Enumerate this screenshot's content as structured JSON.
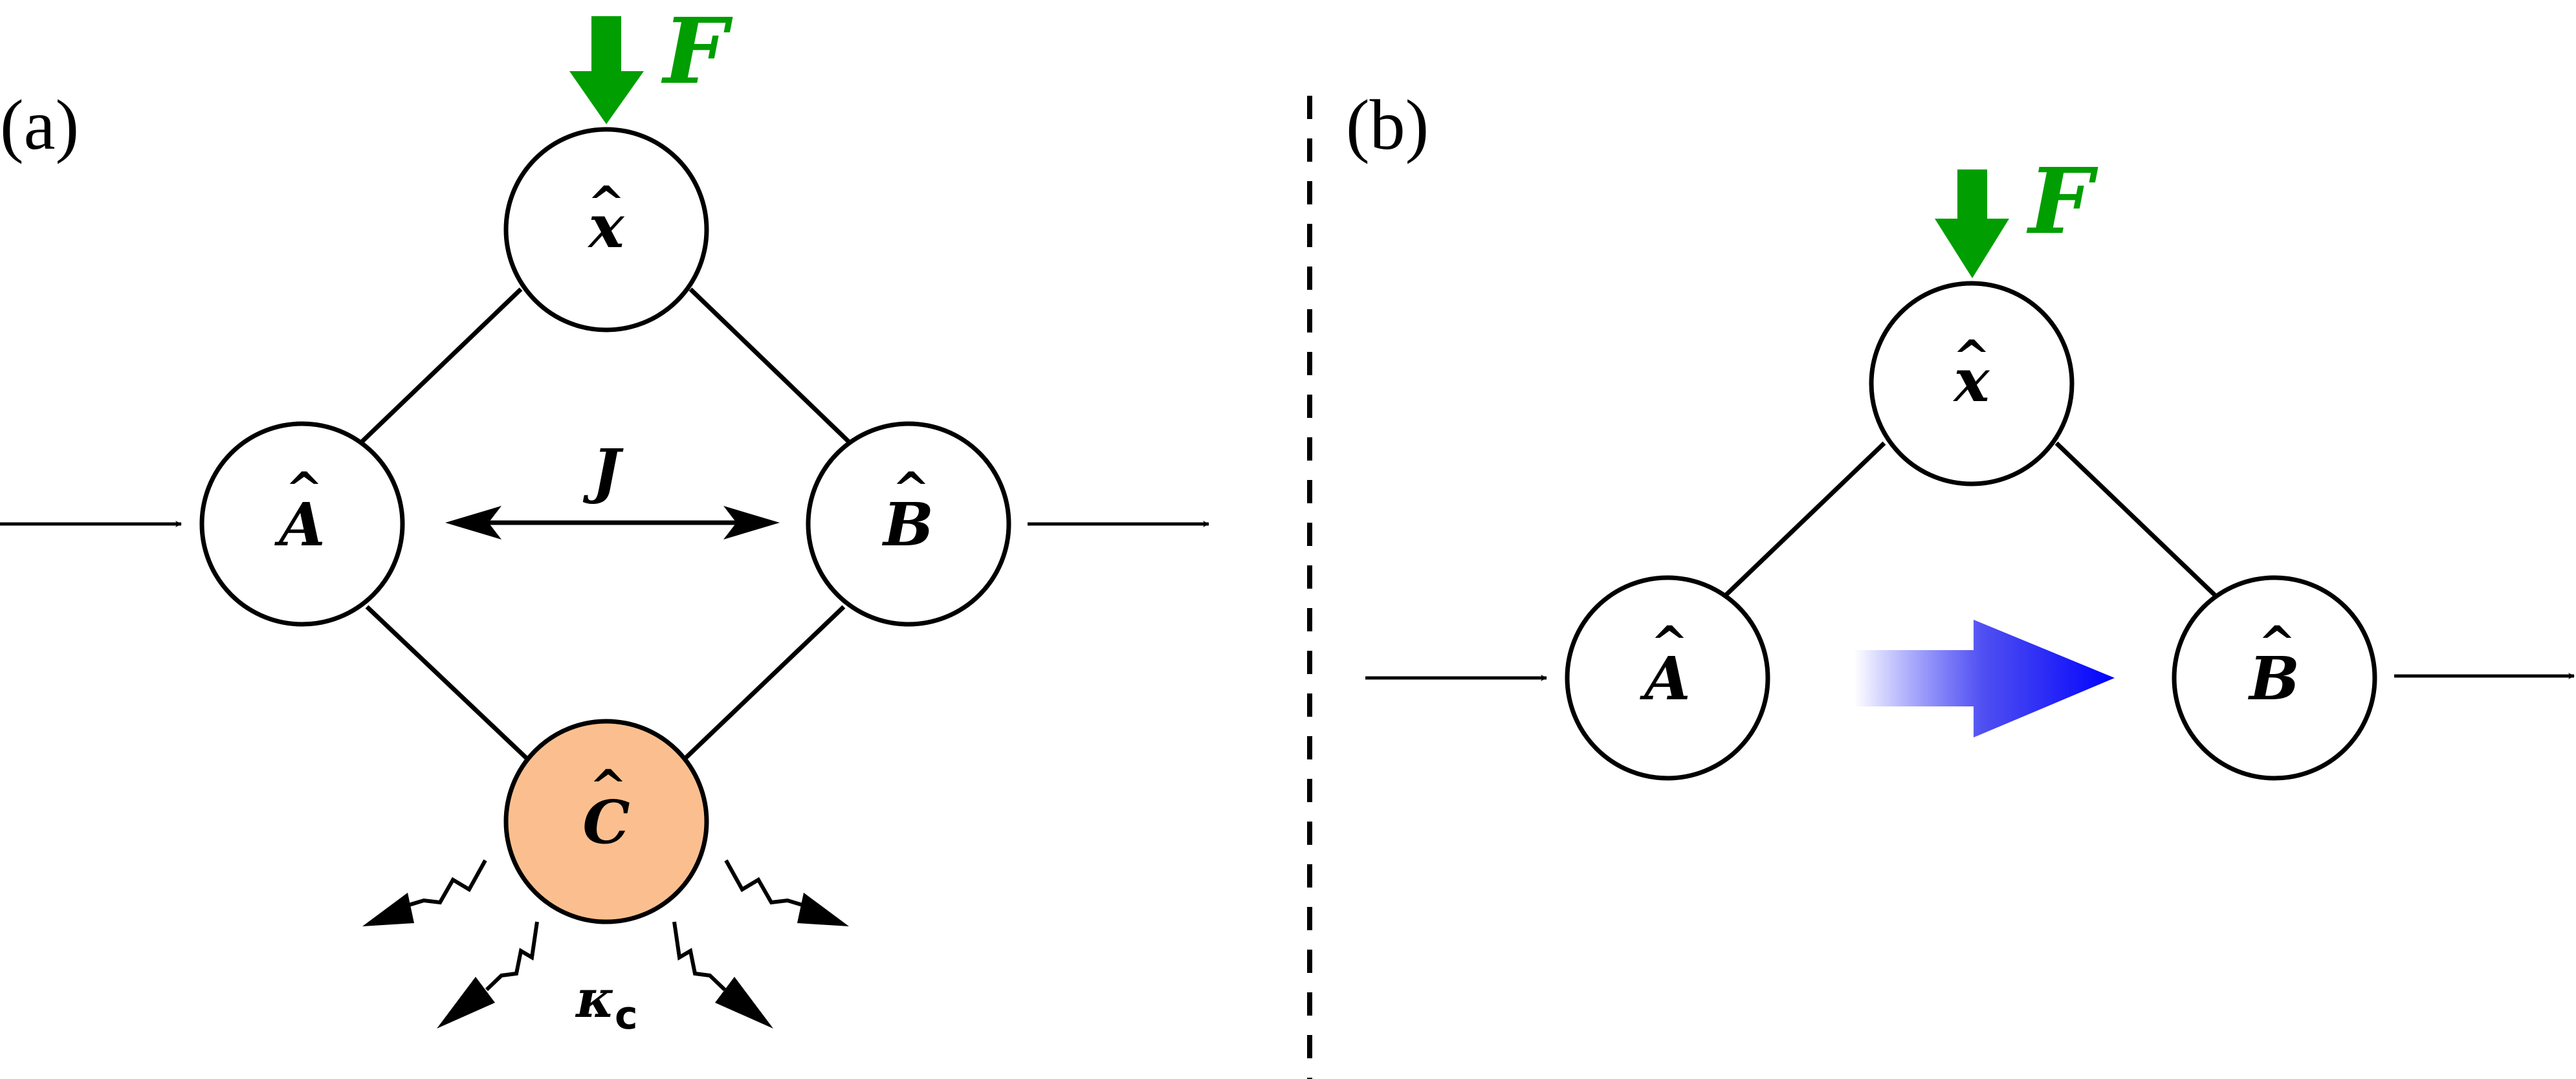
{
  "panels": {
    "a": {
      "label": "(a)"
    },
    "b": {
      "label": "(b)"
    }
  },
  "nodes": {
    "x": "x",
    "A": "A",
    "B": "B",
    "C": "C",
    "hat": "^"
  },
  "labels": {
    "force": "F",
    "coupling": "J",
    "dissipation": "κ",
    "dissipation_sub": "c"
  },
  "colors": {
    "force": "#009e00",
    "dissipative_node": "#fbbf8f",
    "nonreciprocal_arrow": "#0000ff",
    "edges": "#000000"
  },
  "icons": {
    "force_arrow": "down-arrow-icon",
    "input_arrow": "right-arrow-icon",
    "output_arrow": "right-arrow-icon",
    "coupling_arrow": "double-headed-arrow-icon",
    "loss_arrow": "zigzag-arrow-icon",
    "transfer_arrow": "gradient-arrow-icon"
  }
}
